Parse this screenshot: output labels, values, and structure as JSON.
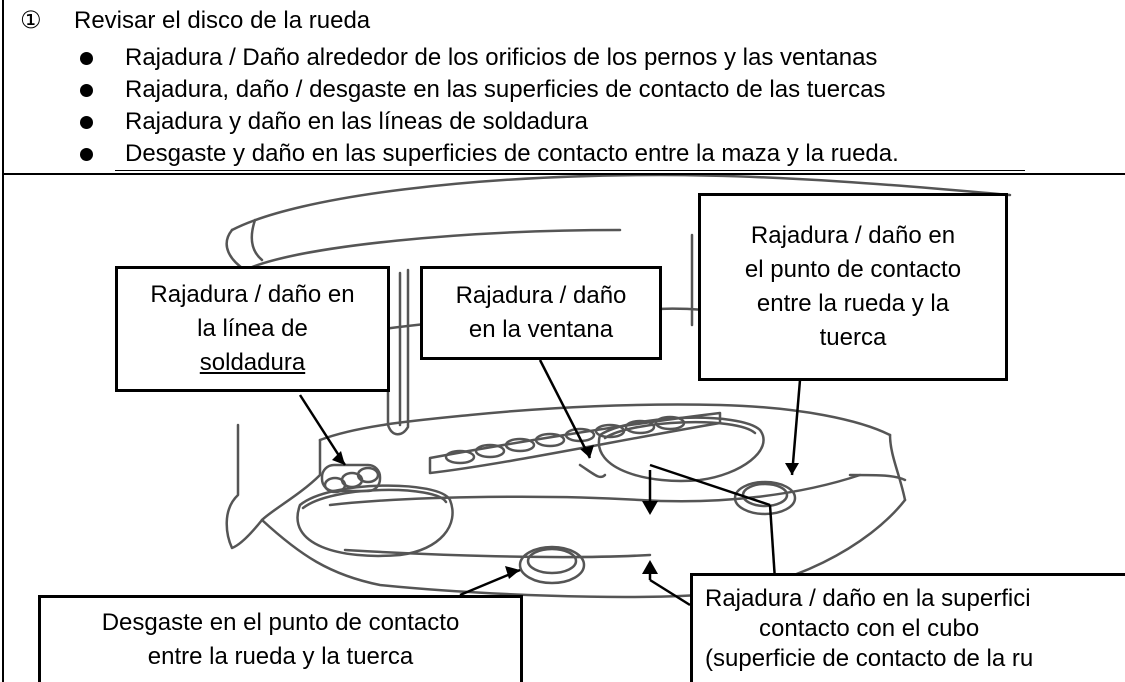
{
  "header": {
    "number": "①",
    "title": "Revisar el disco de la rueda",
    "bullets": [
      "Rajadura / Daño alrededor de los orificios de los pernos y las ventanas",
      "Rajadura, daño / desgaste en las superficies de contacto de las tuercas",
      "Rajadura y daño en las líneas de soldadura",
      "Desgaste y daño en las superficies de contacto entre la maza y la rueda."
    ]
  },
  "callouts": {
    "weld_line": [
      "Rajadura / daño en",
      "la línea de",
      "soldadura"
    ],
    "window": [
      "Rajadura / daño",
      "en la ventana"
    ],
    "nut_contact_point": [
      "Rajadura / daño en",
      "el punto de contacto",
      "entre la rueda y la",
      "tuerca"
    ],
    "wear_nut_contact": [
      "Desgaste en el punto de contacto",
      "entre la rueda y la tuerca"
    ],
    "hub_surface": [
      "Rajadura / daño en la superfici",
      "contacto con el cubo",
      "(superficie de contacto de la ru"
    ]
  },
  "colors": {
    "line": "#000000",
    "drawing_stroke": "#555555",
    "drawing_fill": "#f2f2f2"
  }
}
